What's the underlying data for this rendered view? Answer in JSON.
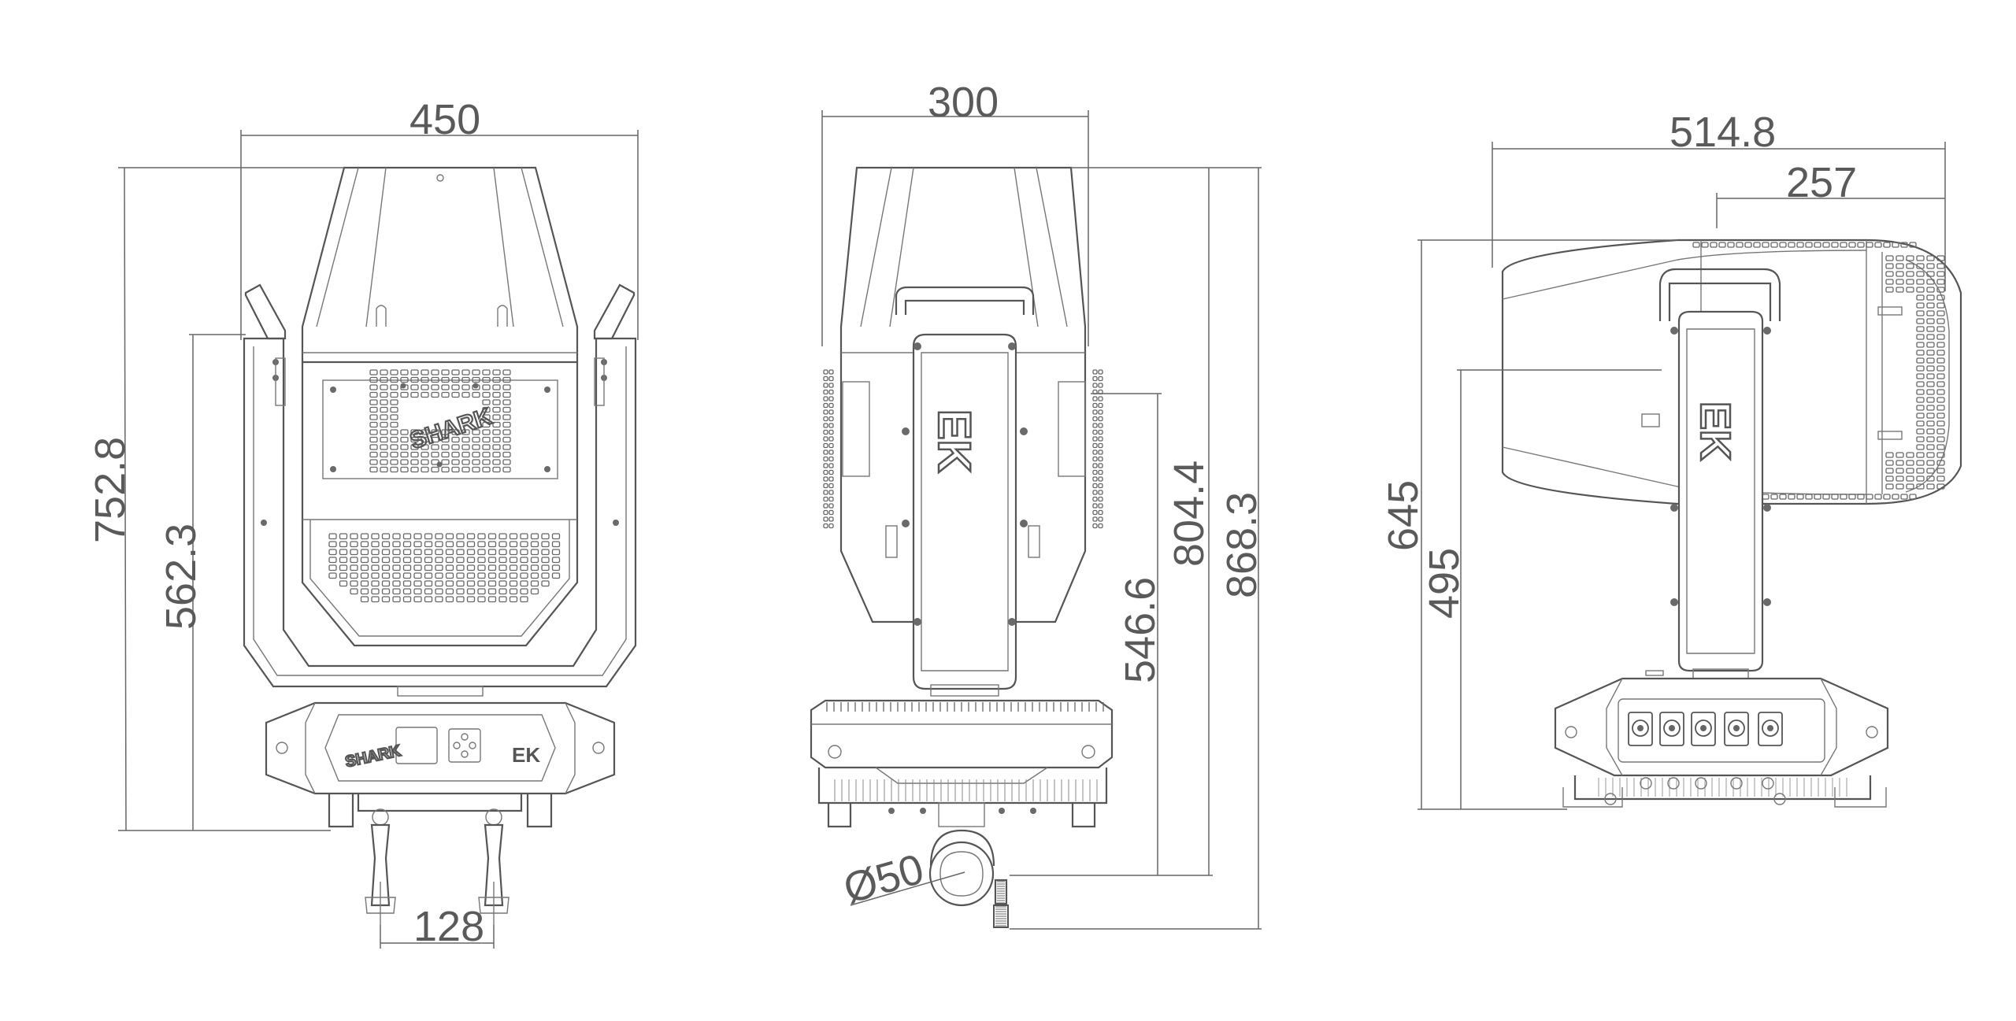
{
  "diagram": {
    "front_view": {
      "width": "450",
      "total_height": "752.8",
      "arm_height": "562.3",
      "clamp_spacing": "128",
      "head_logo": "SHARK",
      "base_logo": "SHARK",
      "base_brand": "EK"
    },
    "side_view": {
      "width": "300",
      "height_to_head_top": "804.4",
      "height_to_center": "546.6",
      "total_height": "868.3",
      "clamp_diameter": "Ø50",
      "arm_brand": "EK"
    },
    "profile_view": {
      "depth": "514.8",
      "half_depth": "257",
      "height": "645",
      "arm_height": "495",
      "arm_brand": "EK"
    }
  }
}
